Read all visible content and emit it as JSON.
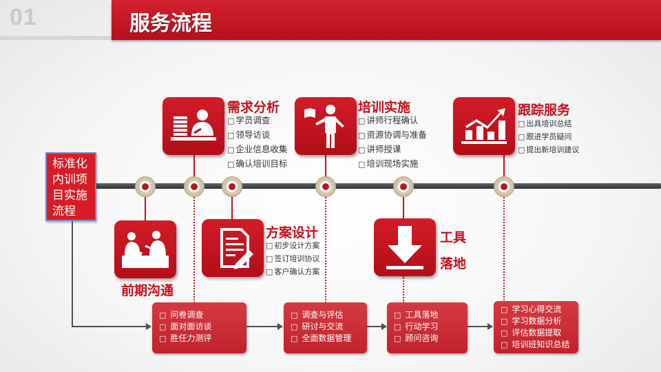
{
  "header": {
    "number": "01",
    "title": "服务流程"
  },
  "colors": {
    "accent": "#c5101c",
    "timeline": "#3a3f43"
  },
  "left_box": {
    "text": "标准化内训项目实施流程"
  },
  "stages": {
    "xuqiu": {
      "title": "需求分析",
      "icon": "person-at-desk-icon",
      "items": [
        "学员调查",
        "领导访谈",
        "企业信息收集",
        "确认培训目标"
      ]
    },
    "peixun": {
      "title": "培训实施",
      "icon": "presenter-icon",
      "items": [
        "讲师行程确认",
        "资源协调与准备",
        "讲师授课",
        "培训现场实施"
      ]
    },
    "genzong": {
      "title": "跟踪服务",
      "icon": "growth-chart-icon",
      "items": [
        "出具培训总结",
        "跟进学员疑问",
        "提出新培训建议"
      ]
    },
    "qianqi": {
      "title": "前期沟通",
      "icon": "meeting-icon"
    },
    "fangan": {
      "title": "方案设计",
      "icon": "document-edit-icon",
      "items": [
        "初步设计方案",
        "签订培训协议",
        "客户确认方案"
      ]
    },
    "gongju": {
      "title1": "工具",
      "title2": "落地",
      "icon": "download-icon"
    }
  },
  "bottom_boxes": [
    {
      "items": [
        "问卷调查",
        "面对面访谈",
        "胜任力测评"
      ]
    },
    {
      "items": [
        "调查与评估",
        "研讨与交流",
        "全面数据管理"
      ]
    },
    {
      "items": [
        "工具落地",
        "行动学习",
        "顾问咨询"
      ]
    },
    {
      "items": [
        "学习心得交流",
        "学习数据分析",
        "评估数据提取",
        "培训班知识总结"
      ]
    }
  ]
}
